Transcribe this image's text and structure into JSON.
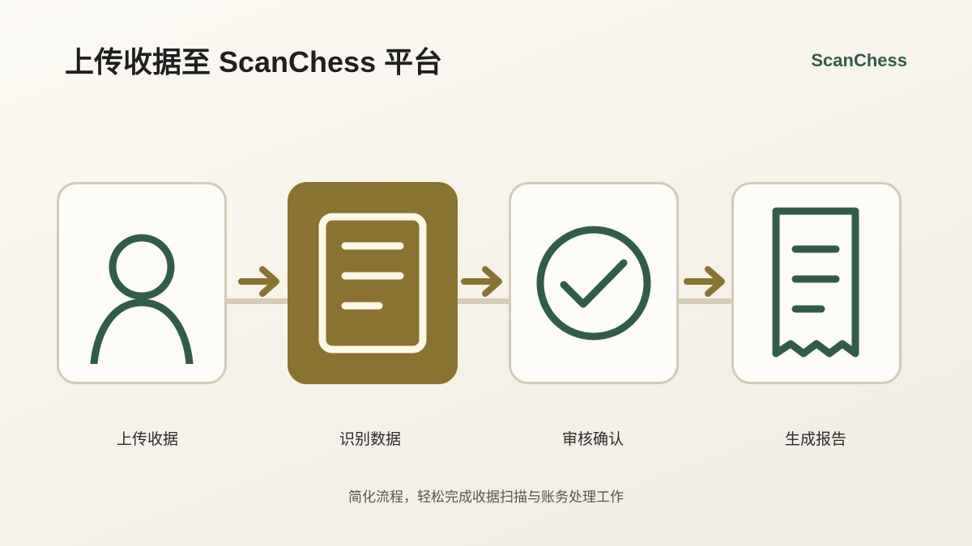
{
  "header": {
    "title": "上传收据至 ScanChess 平台",
    "brand": "ScanChess"
  },
  "steps": [
    {
      "label": "上传收据",
      "icon": "user-icon"
    },
    {
      "label": "识别数据",
      "icon": "document-icon",
      "active": true
    },
    {
      "label": "审核确认",
      "icon": "check-circle-icon"
    },
    {
      "label": "生成报告",
      "icon": "receipt-icon"
    }
  ],
  "footer": {
    "caption": "简化流程，轻松完成收据扫描与账务处理工作"
  },
  "colors": {
    "accent_green": "#2f5d4a",
    "accent_gold": "#8a7230",
    "card_border": "#d4cbb6",
    "connector": "#d6ccb8"
  }
}
